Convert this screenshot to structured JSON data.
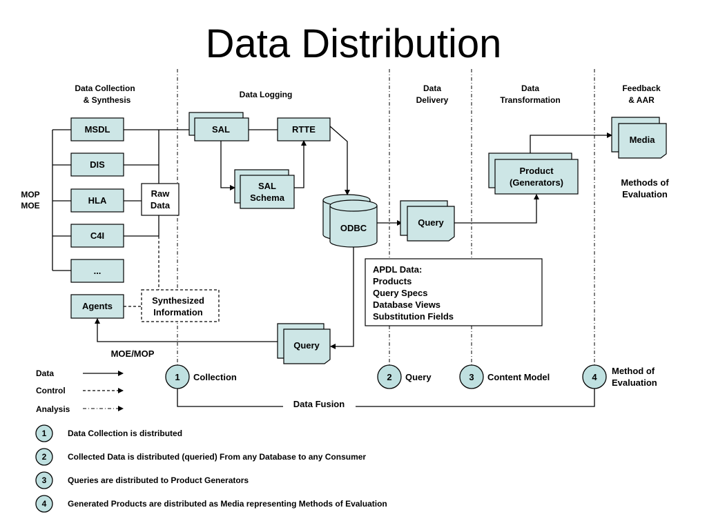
{
  "title": "Data Distribution",
  "columns": {
    "collection": [
      "Data Collection",
      "& Synthesis"
    ],
    "logging": "Data Logging",
    "delivery": [
      "Data",
      "Delivery"
    ],
    "transformation": [
      "Data",
      "Transformation"
    ],
    "feedback": [
      "Feedback",
      "& AAR"
    ]
  },
  "mop_moe": [
    "MOP",
    "MOE"
  ],
  "sources": [
    "MSDL",
    "DIS",
    "HLA",
    "C4I",
    "..."
  ],
  "raw_data": [
    "Raw",
    "Data"
  ],
  "agents": "Agents",
  "synthesized": [
    "Synthesized",
    "Information"
  ],
  "sal": "SAL",
  "rtte": "RTTE",
  "sal_schema": [
    "SAL",
    "Schema"
  ],
  "odbc": "ODBC",
  "query_delivery": "Query",
  "query_feedback": "Query",
  "product": [
    "Product",
    "(Generators)"
  ],
  "media": "Media",
  "methods_eval": [
    "Methods of",
    "Evaluation"
  ],
  "apdl": [
    "APDL Data:",
    "Products",
    "Query Specs",
    "Database Views",
    "Substitution Fields"
  ],
  "moe_mop": "MOE/MOP",
  "legend": {
    "data": "Data",
    "control": "Control",
    "analysis": "Analysis"
  },
  "steps": [
    {
      "num": "1",
      "label": "Collection"
    },
    {
      "num": "2",
      "label": "Query"
    },
    {
      "num": "3",
      "label": "Content Model"
    },
    {
      "num": "4",
      "label": "Method of",
      "label2": "Evaluation"
    }
  ],
  "data_fusion": "Data Fusion",
  "notes": [
    {
      "num": "1",
      "text": "Data Collection is distributed"
    },
    {
      "num": "2",
      "text": "Collected Data is distributed (queried) From any Database to any Consumer"
    },
    {
      "num": "3",
      "text": "Queries are distributed to Product Generators"
    },
    {
      "num": "4",
      "text": "Generated Products are distributed as Media representing Methods of Evaluation"
    }
  ]
}
